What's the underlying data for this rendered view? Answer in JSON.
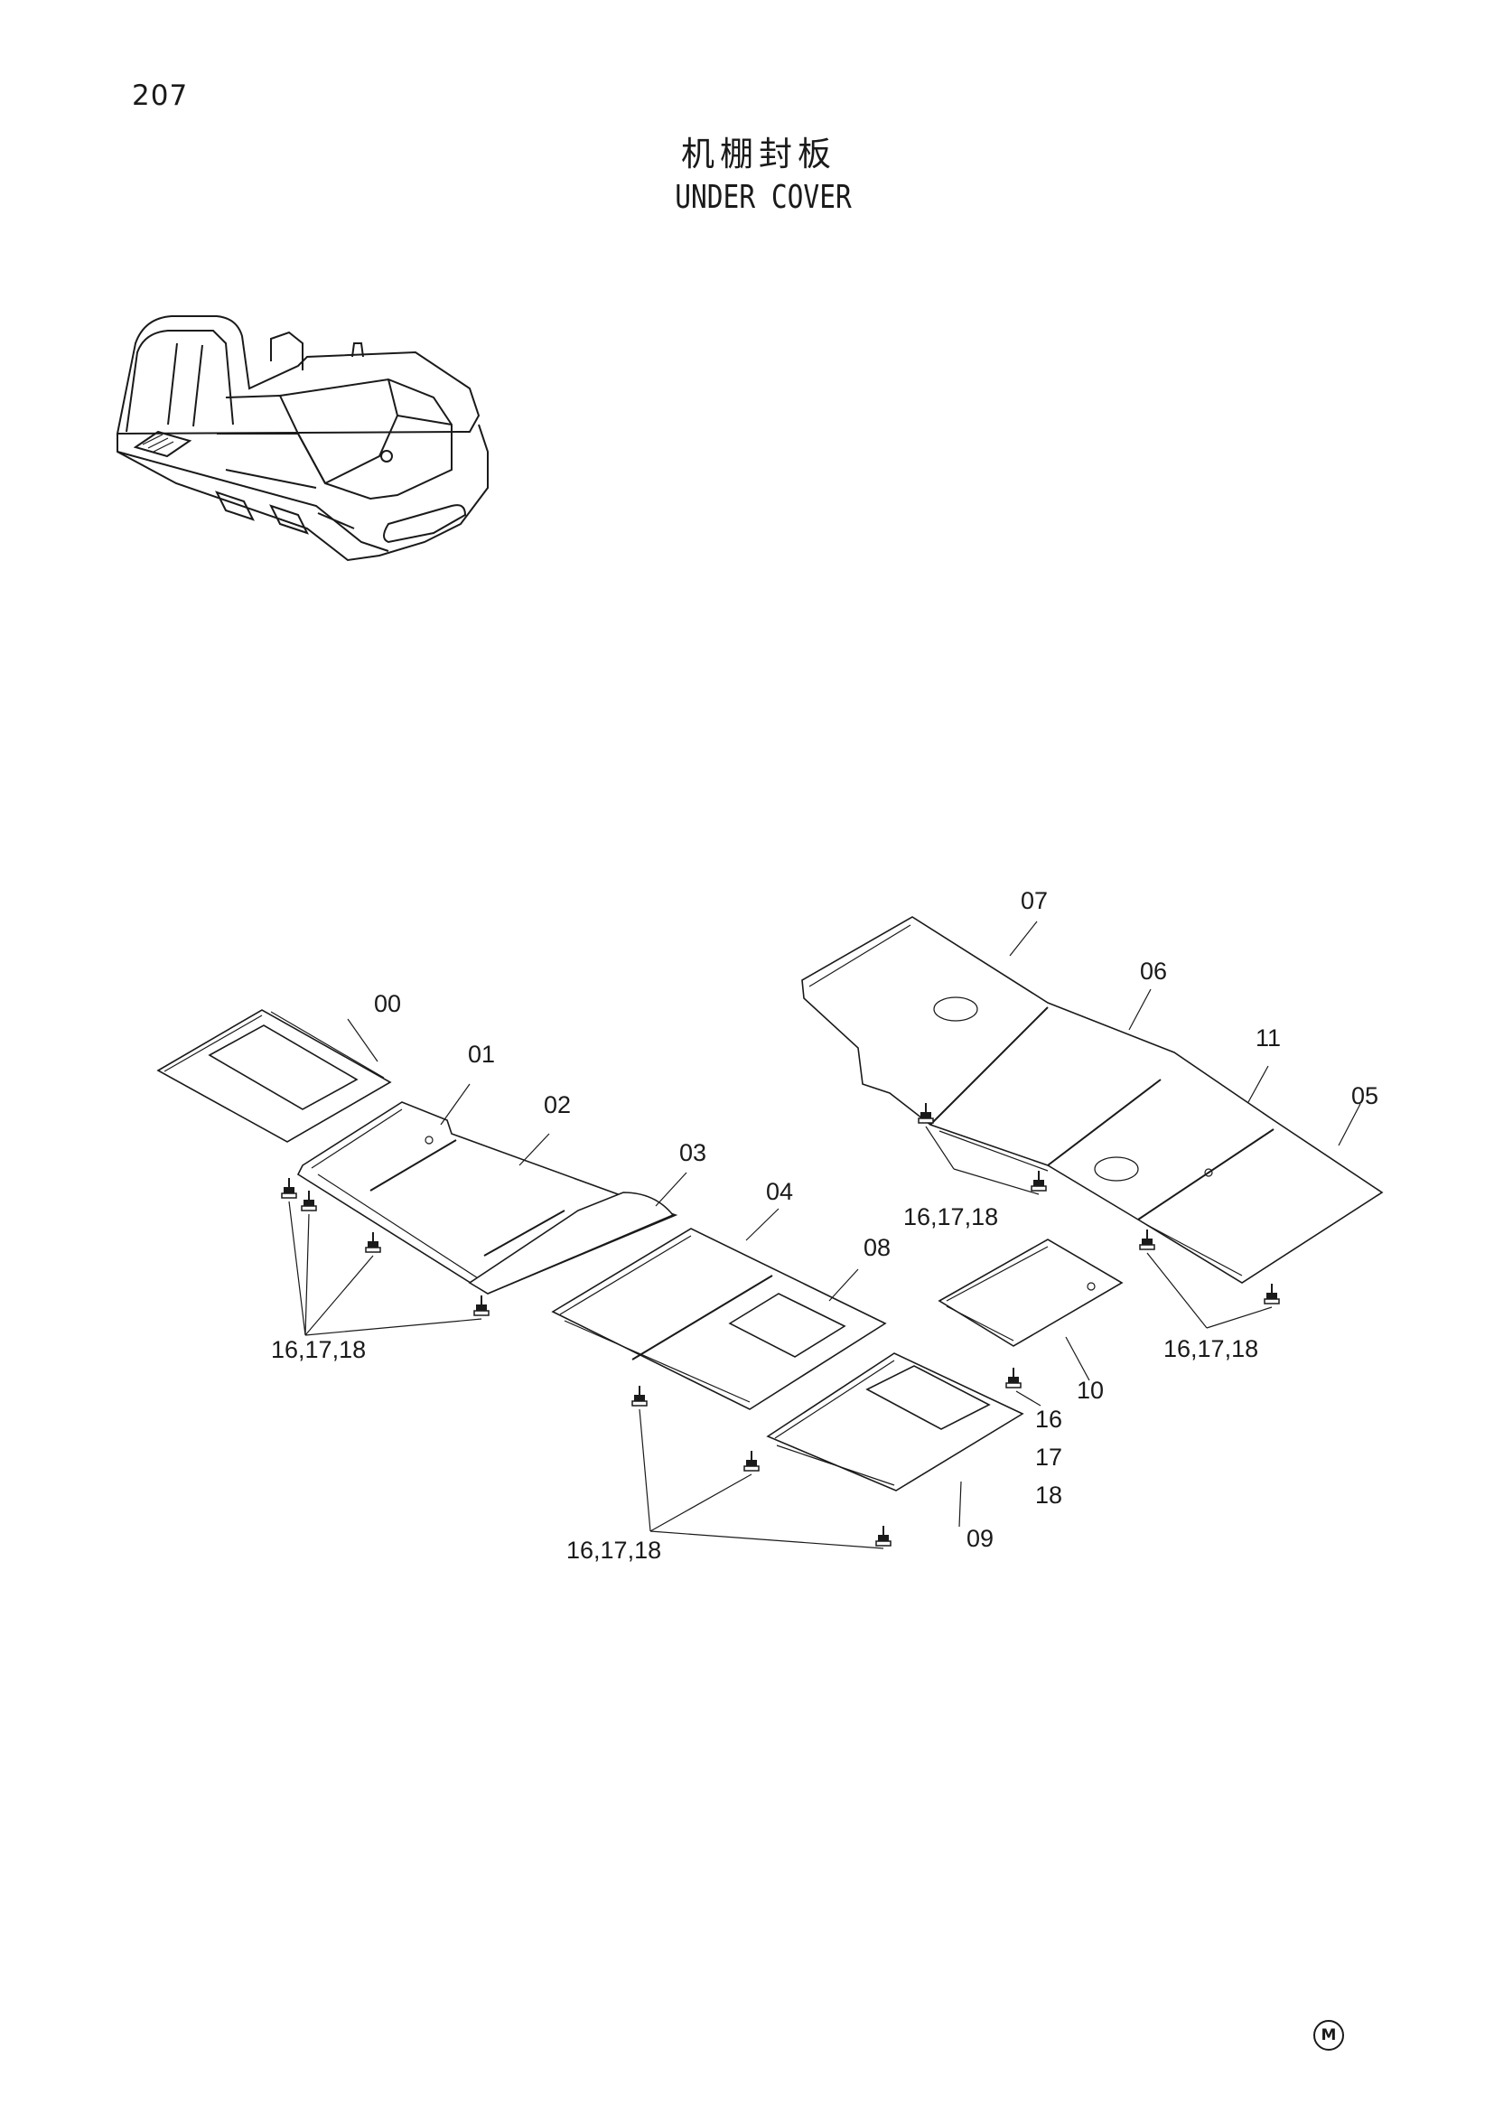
{
  "page_number": "207",
  "title_cn": "机棚封板",
  "title_en": "UNDER COVER",
  "callouts": {
    "c00": "00",
    "c01": "01",
    "c02": "02",
    "c03": "03",
    "c04": "04",
    "c05": "05",
    "c06": "06",
    "c07": "07",
    "c08": "08",
    "c09": "09",
    "c10": "10",
    "c11": "11",
    "bolt_left": "16,17,18",
    "bolt_bottom": "16,17,18",
    "bolt_top_right": "16,17,18",
    "bolt_right": "16,17,18",
    "item16": "16",
    "item17": "17",
    "item18": "18"
  },
  "mark": "M"
}
